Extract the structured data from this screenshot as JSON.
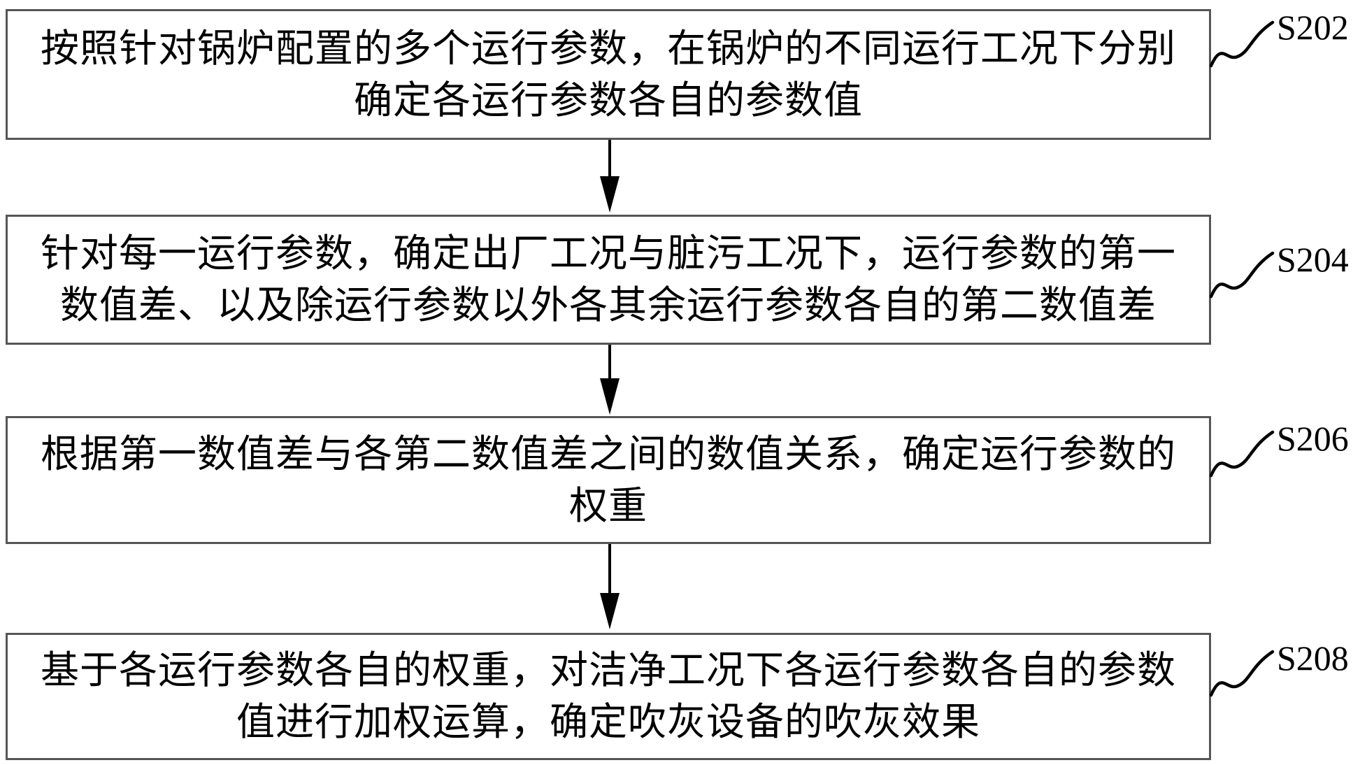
{
  "figure": {
    "type": "flowchart",
    "steps": [
      {
        "label": "S202",
        "lines": [
          "按照针对锅炉配置的多个运行参数，在锅炉的不同运行工况下分别",
          "确定各运行参数各自的参数值"
        ]
      },
      {
        "label": "S204",
        "lines": [
          "针对每一运行参数，确定出厂工况与脏污工况下，运行参数的第一",
          "数值差、以及除运行参数以外各其余运行参数各自的第二数值差"
        ]
      },
      {
        "label": "S206",
        "lines": [
          "根据第一数值差与各第二数值差之间的数值关系，确定运行参数的",
          "权重"
        ]
      },
      {
        "label": "S208",
        "lines": [
          "基于各运行参数各自的权重，对洁净工况下各运行参数各自的参数",
          "值进行加权运算，确定吹灰设备的吹灰效果"
        ]
      }
    ],
    "colors": {
      "background": "#ffffff",
      "box_border": "#565656",
      "text": "#000000",
      "arrow": "#000000"
    }
  }
}
